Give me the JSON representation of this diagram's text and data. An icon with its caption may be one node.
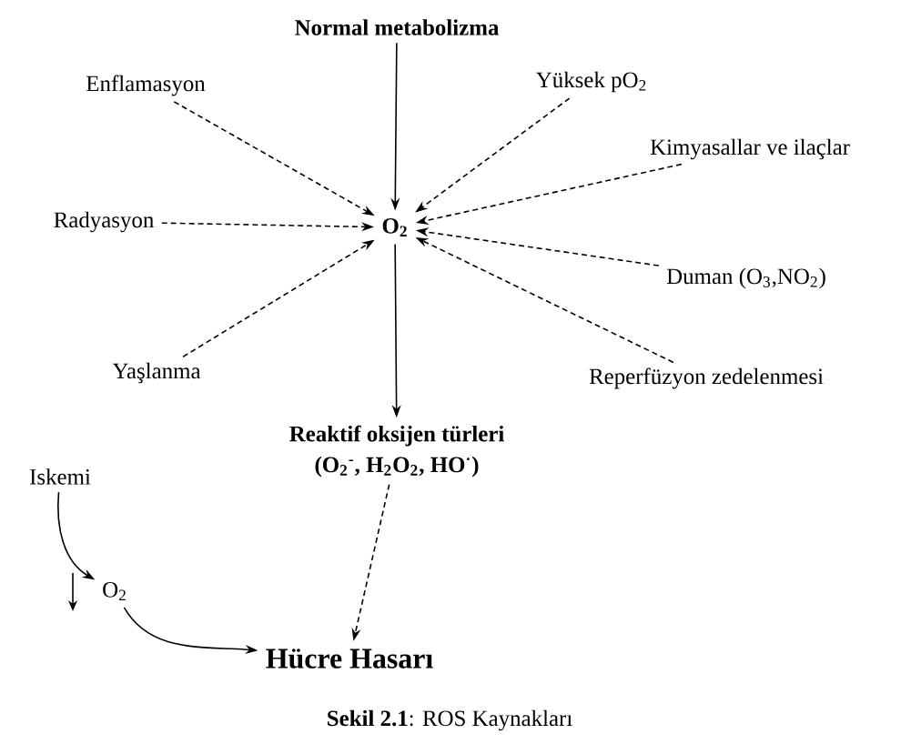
{
  "diagram": {
    "caption": "**Sekil 2.1**: ROS Kaynakları",
    "nodes": [
      {
        "text": [
          "Normal metabolizma"
        ]
      },
      {
        "text": [
          "Enflamasyon"
        ]
      },
      {
        "text": [
          "Yüksek pO$_{2}$"
        ]
      },
      {
        "text": [
          "Kimyasallar ve ilaçlar"
        ]
      },
      {
        "text": [
          "Radyasyon"
        ]
      },
      {
        "text": [
          "O$_{2}$"
        ]
      },
      {
        "text": [
          "Duman (O$_{3}$,NO$_{2}$)"
        ]
      },
      {
        "text": [
          "Yaşlanma"
        ]
      },
      {
        "text": [
          "Reperfüzyon zedelenmesi"
        ]
      },
      {
        "text": [
          "Reaktif oksijen türleri",
          "(O$_{2}$$^{-}$, H$_{2}$O$_{2}$, HO$^{·}$)"
        ]
      },
      {
        "text": [
          "Iskemi"
        ]
      },
      {
        "text": [
          "O$_{2}$"
        ]
      },
      {
        "text": [
          "Hücre Hasarı"
        ]
      }
    ],
    "edges": [
      {
        "from": 0,
        "to": 5,
        "arrow": "to"
      },
      {
        "from": 1,
        "to": 5,
        "arrow": "to",
        "style": "dashed"
      },
      {
        "from": 2,
        "to": 5,
        "arrow": "to",
        "style": "dashed"
      },
      {
        "from": 3,
        "to": 5,
        "arrow": "to",
        "style": "dashed"
      },
      {
        "from": 4,
        "to": 5,
        "arrow": "to",
        "style": "dashed"
      },
      {
        "from": 6,
        "to": 5,
        "arrow": "to",
        "style": "dashed"
      },
      {
        "from": 7,
        "to": 5,
        "arrow": "to",
        "style": "dashed"
      },
      {
        "from": 8,
        "to": 5,
        "arrow": "to",
        "style": "dashed"
      },
      {
        "from": 5,
        "to": 9,
        "arrow": "to"
      },
      {
        "from": 10,
        "to": 11,
        "arrow": "to"
      },
      {
        "from": 11,
        "to": 12,
        "arrow": "to"
      },
      {
        "from": 9,
        "to": 12,
        "arrow": "to",
        "style": "dashed"
      }
    ]
  }
}
